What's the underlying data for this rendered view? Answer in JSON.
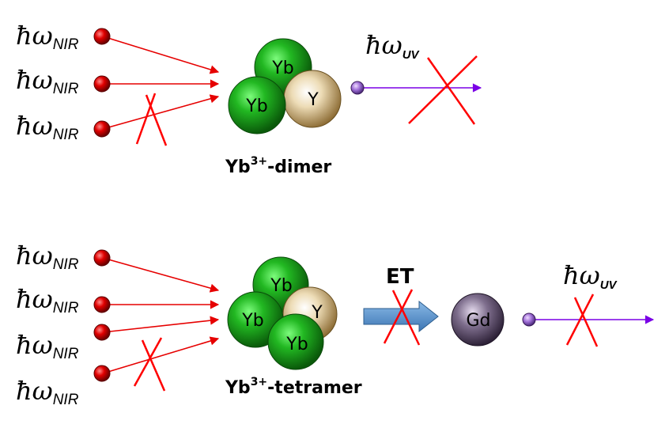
{
  "photon_symbol": "ħω",
  "nir_subscript": "NIR",
  "uv_subscript": "UV",
  "atoms": {
    "yb": "Yb",
    "y": "Y",
    "gd": "Gd"
  },
  "dimer": {
    "caption_base": "Yb",
    "caption_sup": "3+",
    "caption_suffix": "-dimer"
  },
  "tetramer": {
    "caption_base": "Yb",
    "caption_sup": "3+",
    "caption_suffix": "-tetramer"
  },
  "energy_transfer_label": "ET",
  "colors": {
    "nir_ray": "#e60000",
    "uv_ray": "#7a00e6",
    "cross": "#ff0000",
    "yb_atom": "#1a9e1a",
    "y_atom": "#c9a86b",
    "gd_atom": "#5a4a68",
    "et_arrow": "#4f8fcf"
  }
}
